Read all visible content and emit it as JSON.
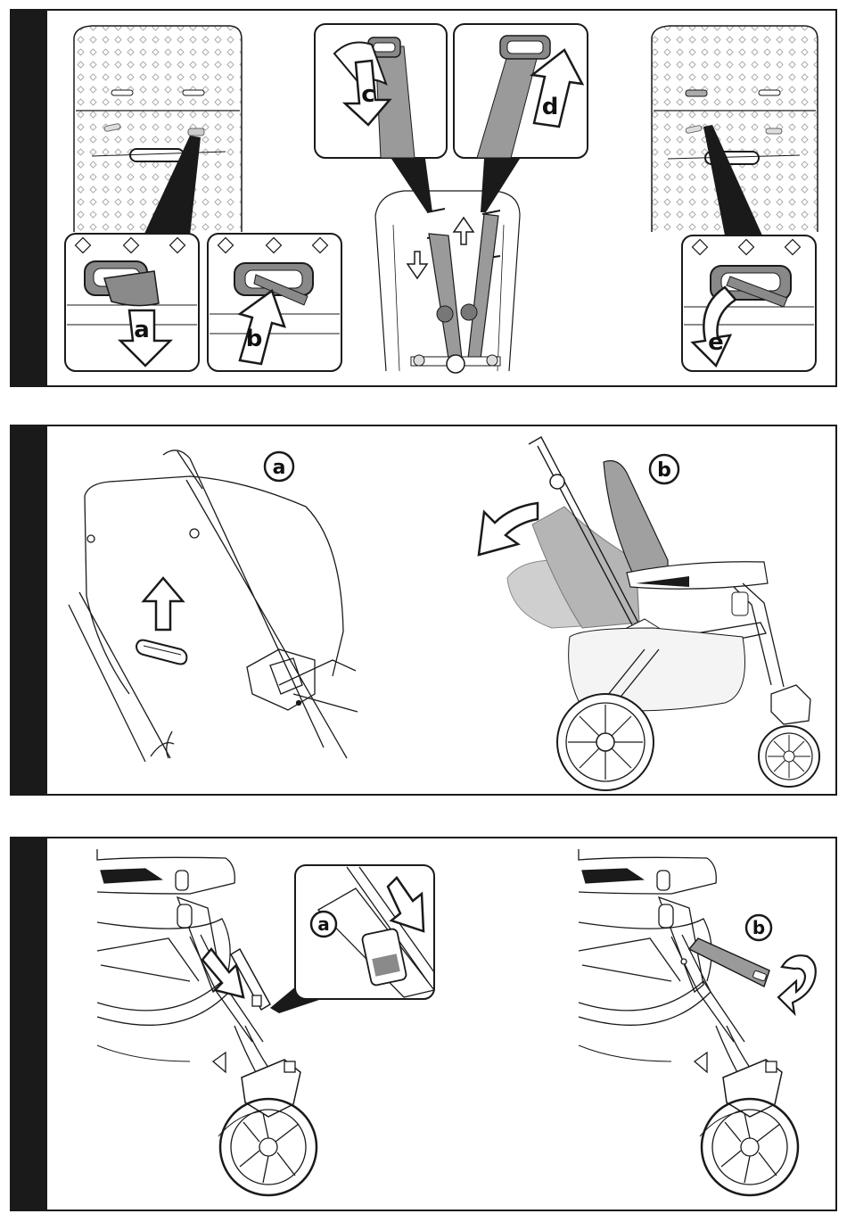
{
  "panel1": {
    "steps": [
      "a",
      "b",
      "c",
      "d",
      "e"
    ]
  },
  "panel2": {
    "labels": [
      "a",
      "b"
    ]
  },
  "panel3": {
    "labels": [
      "a",
      "b"
    ]
  },
  "colors": {
    "ink": "#1a1a1a",
    "belt": "#9a9a9a",
    "seat_dark": "#a8a8a8",
    "seat_light": "#cfcfcf",
    "paper": "#ffffff"
  }
}
